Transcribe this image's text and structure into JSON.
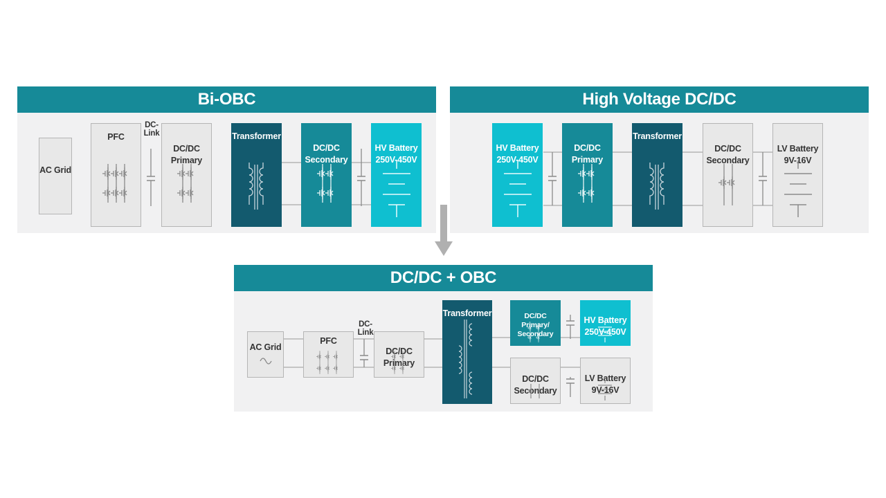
{
  "panels": {
    "bi_obc": {
      "title": "Bi-OBC",
      "ac_grid": "AC Grid",
      "pfc": "PFC",
      "dc_link": "DC-\nLink",
      "dcdc_primary": "DC/DC\nPrimary",
      "transformer": "Transformer",
      "dcdc_secondary": "DC/DC\nSecondary",
      "hv_battery": "HV Battery\n250V-450V"
    },
    "hv_dcdc": {
      "title": "High Voltage DC/DC",
      "hv_battery": "HV Battery\n250V-450V",
      "dcdc_primary": "DC/DC\nPrimary",
      "transformer": "Transformer",
      "dcdc_secondary": "DC/DC\nSecondary",
      "lv_battery": "LV Battery\n9V-16V"
    },
    "combined": {
      "title": "DC/DC + OBC",
      "ac_grid": "AC Grid",
      "pfc": "PFC",
      "dc_link": "DC-\nLink",
      "dcdc_primary": "DC/DC\nPrimary",
      "transformer": "Transformer",
      "dcdc_primary_secondary": "DC/DC Primary/\nSecondary",
      "hv_battery": "HV Battery\n250V-450V",
      "dcdc_secondary": "DC/DC\nSecondary",
      "lv_battery": "LV Battery\n9V-16V"
    }
  },
  "colors": {
    "header": "#168a98",
    "navy": "#135a6e",
    "teal": "#168a98",
    "cyan": "#0fbfd0",
    "gray_block": "#e8e8e8",
    "panel_bg": "#f1f1f2",
    "arrow": "#b0b0b0"
  }
}
